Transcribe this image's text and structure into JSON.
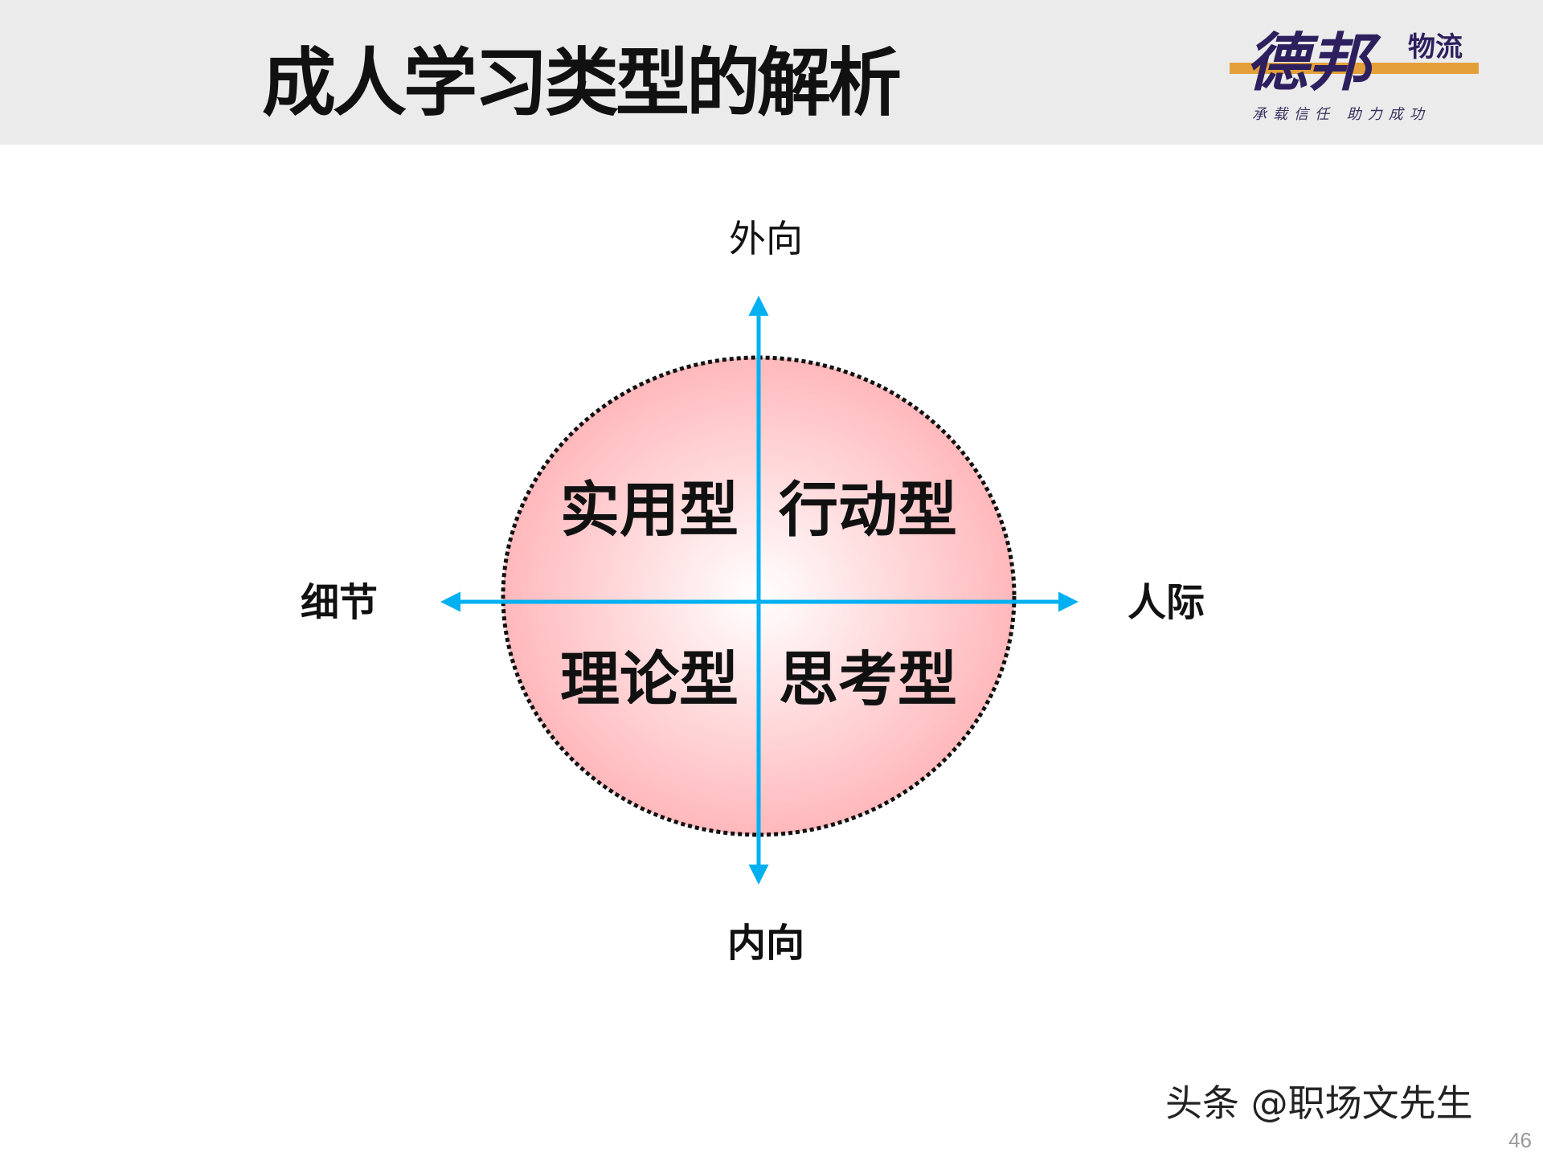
{
  "slide": {
    "title": "成人学习类型的解析",
    "page_number": "46"
  },
  "logo": {
    "brand": "德邦物流",
    "slogan": "承载信任 助力成功",
    "colors": {
      "text": "#2e1f5e",
      "bar": "#e3a03a"
    }
  },
  "diagram": {
    "axis_top": "外向",
    "axis_bottom": "内向",
    "axis_left": "细节",
    "axis_right": "人际",
    "quadrants": {
      "top_left": "实用型",
      "top_right": "行动型",
      "bottom_left": "理论型",
      "bottom_right": "思考型"
    },
    "colors": {
      "axis": "#00b0f0",
      "circle_edge": "#ffb8bc",
      "circle_center": "#ffffff",
      "outline": "#111111"
    }
  },
  "watermark": "头条 @职场文先生"
}
